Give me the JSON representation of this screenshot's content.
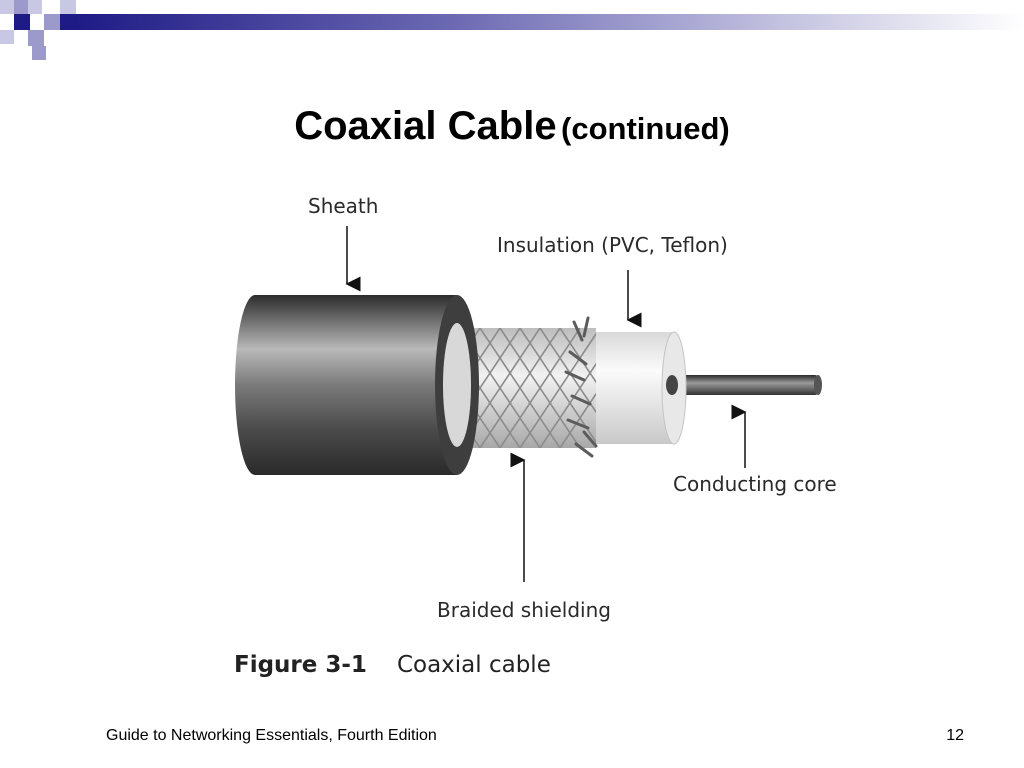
{
  "slide": {
    "title": "Coaxial Cable",
    "title_suffix": "(continued)",
    "footer": "Guide to Networking Essentials, Fourth Edition",
    "page_number": "12"
  },
  "diagram": {
    "labels": {
      "sheath": "Sheath",
      "insulation": "Insulation (PVC, Teflon)",
      "conducting_core": "Conducting core",
      "braided_shielding": "Braided shielding"
    },
    "caption_number": "Figure 3-1",
    "caption_text": "Coaxial cable"
  },
  "colors": {
    "accent_navy": "#1e1b86",
    "accent_lavender": "#9c9acb",
    "sheath_dark": "#444444",
    "braid_light": "#e0e0e0"
  }
}
